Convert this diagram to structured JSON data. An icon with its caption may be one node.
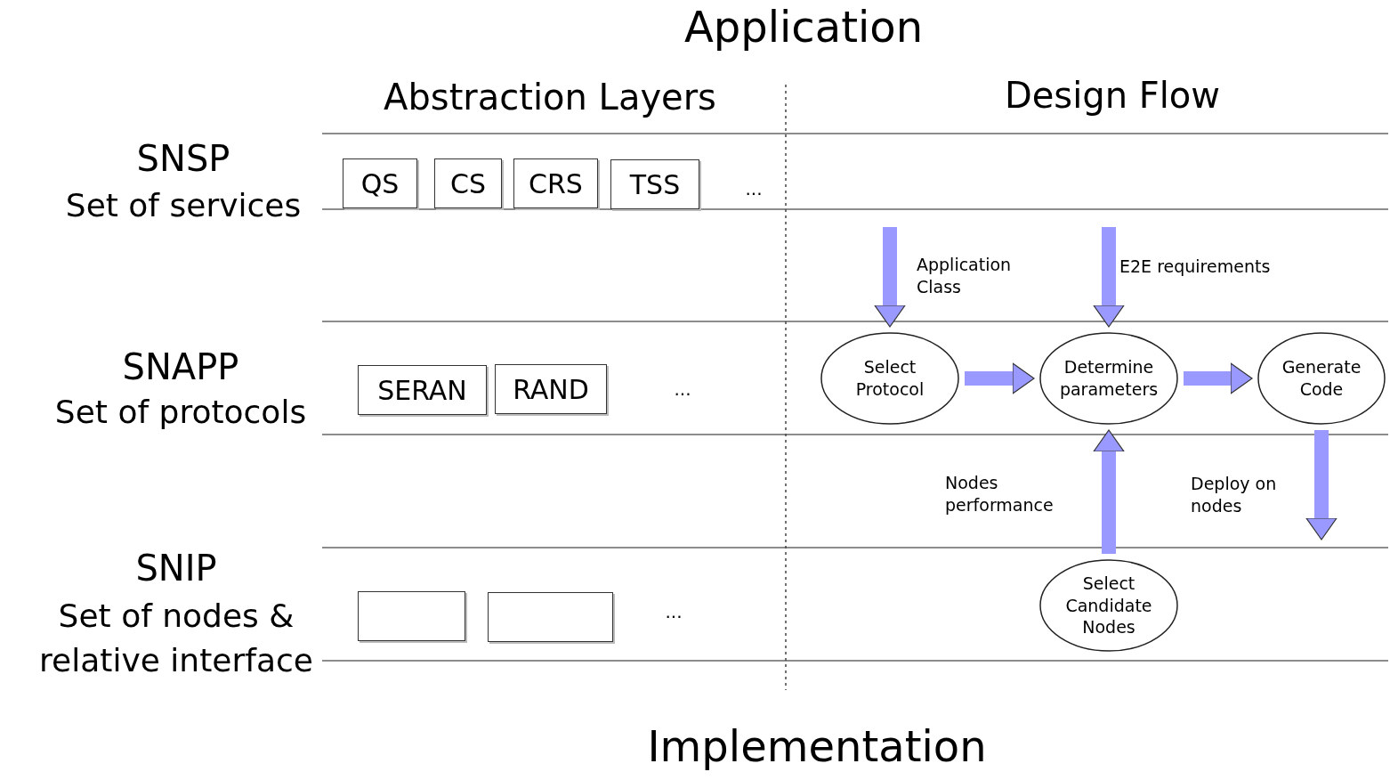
{
  "diagram": {
    "nodes": [
      {
        "text": [
          "QS"
        ]
      },
      {
        "text": [
          "CS"
        ]
      },
      {
        "text": [
          "CRS"
        ]
      },
      {
        "text": [
          "TSS"
        ]
      },
      {
        "text": [
          "SERAN"
        ]
      },
      {
        "text": [
          "RAND"
        ]
      },
      {
        "text": [],
        "shape": "box"
      },
      {
        "text": [],
        "shape": "box"
      },
      {
        "text": [
          "Select Protocol"
        ]
      },
      {
        "text": [
          "Determine parameters"
        ]
      },
      {
        "text": [
          "Generate Code"
        ]
      },
      {
        "text": [
          "Select Candidate Nodes"
        ]
      }
    ],
    "edges": [
      {
        "from": null,
        "to": 8,
        "arrow": "to",
        "label": "Application Class"
      },
      {
        "from": null,
        "to": 9,
        "arrow": "to",
        "label": "E2E requirements"
      },
      {
        "from": 8,
        "to": 9,
        "arrow": "to"
      },
      {
        "from": 9,
        "to": 10,
        "arrow": "to"
      },
      {
        "from": 11,
        "to": 9,
        "arrow": "to",
        "label": "Nodes performance"
      },
      {
        "from": 10,
        "to": null,
        "arrow": "to",
        "label": "Deploy on nodes"
      }
    ],
    "labels": [
      "Application",
      "Abstraction Layers",
      "Design Flow",
      "SNSP",
      "Set of services",
      "...",
      "SNAPP",
      "Set of protocols",
      "...",
      "SNIP",
      "Set of nodes & relative interface",
      "...",
      "Implementation"
    ]
  }
}
